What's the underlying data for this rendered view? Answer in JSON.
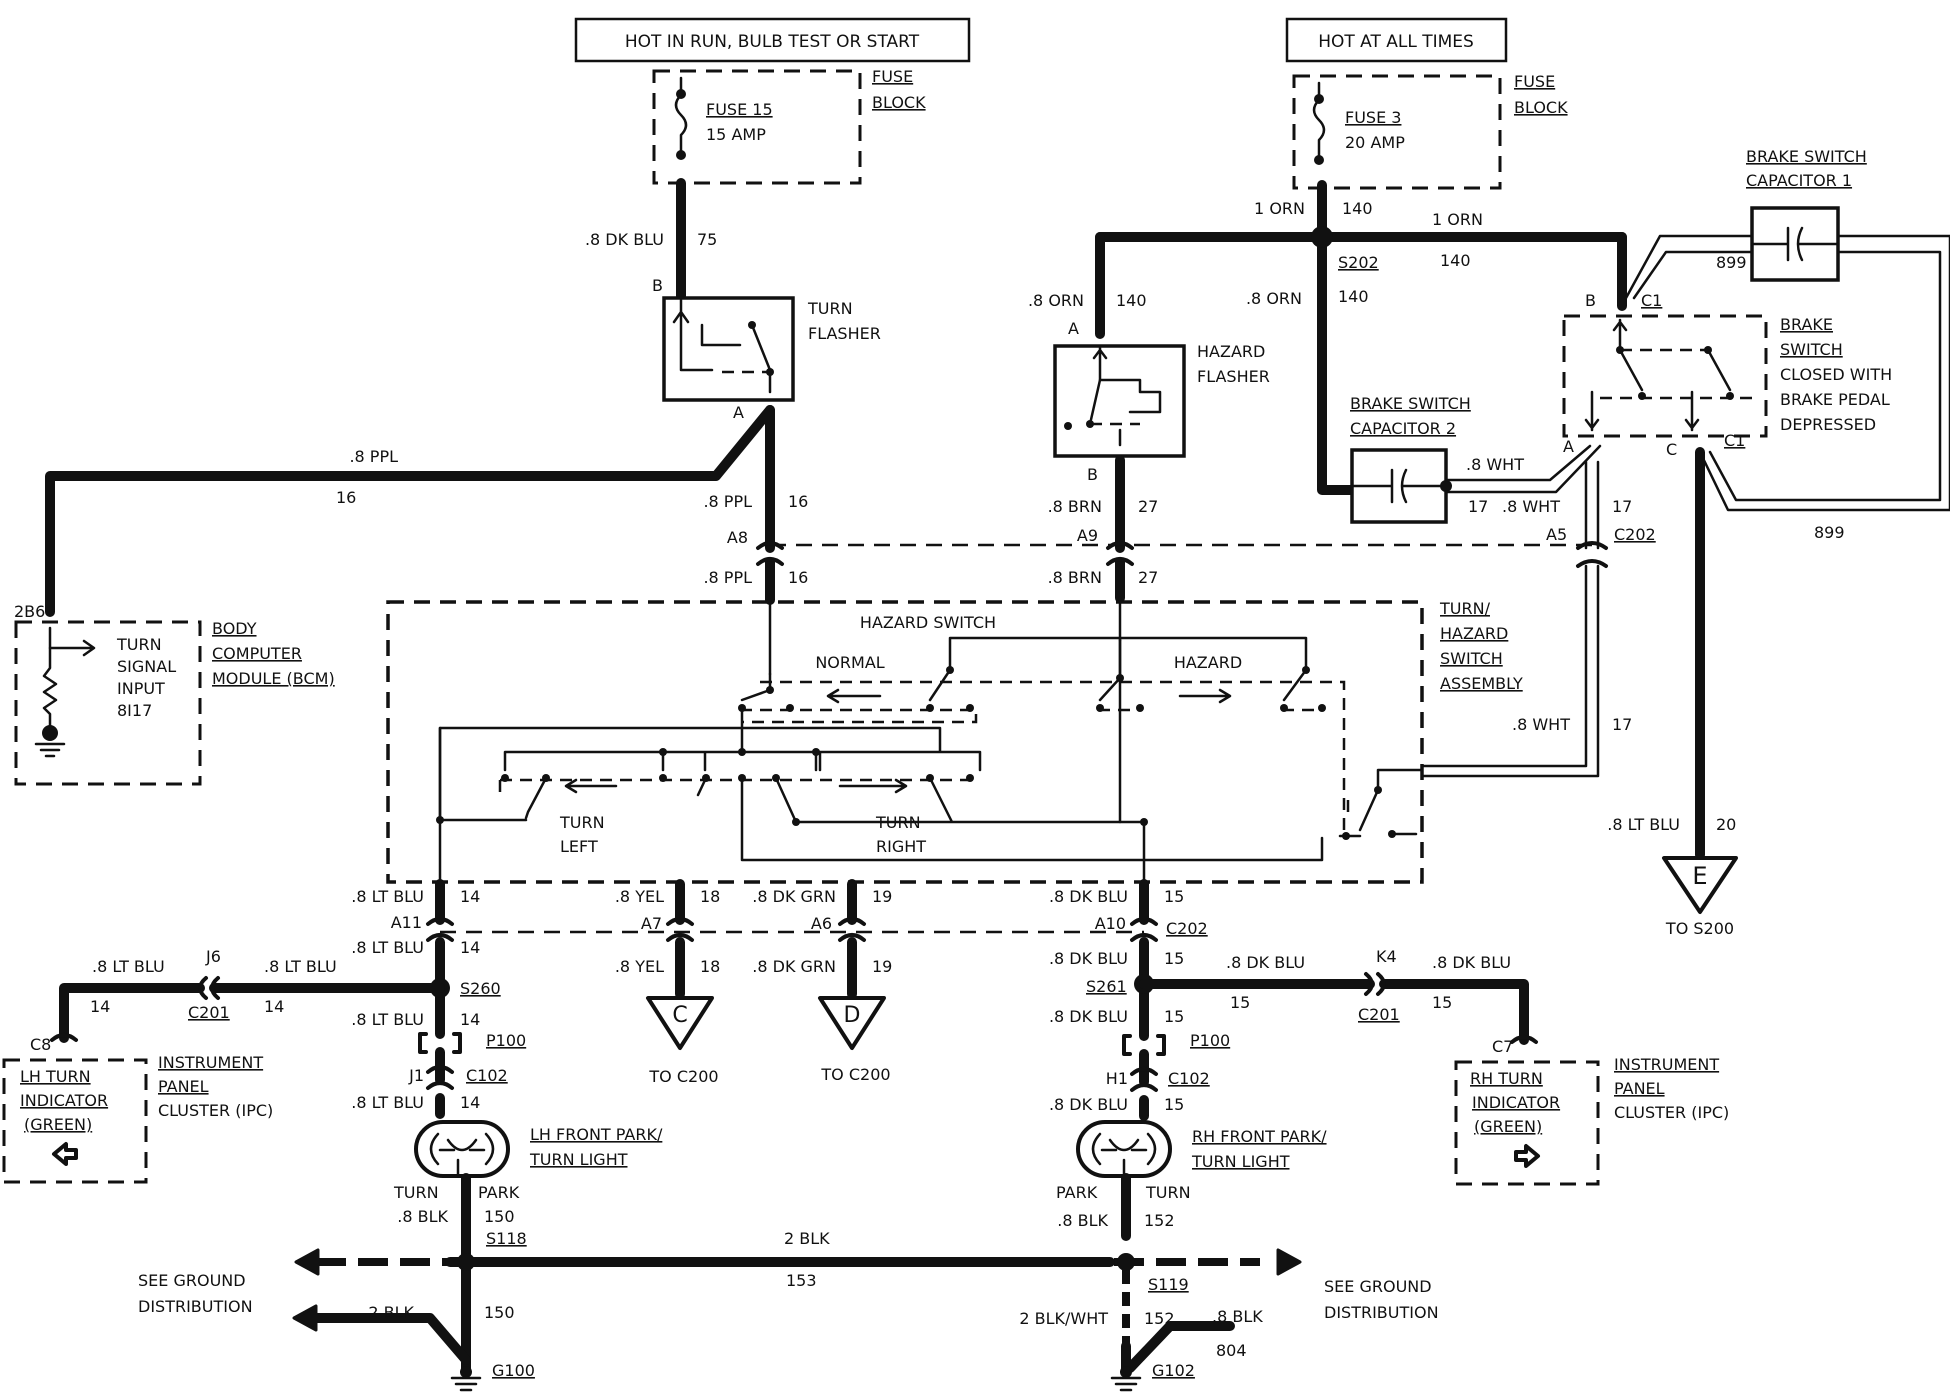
{
  "supply": {
    "left_header": "HOT IN RUN, BULB TEST OR START",
    "right_header": "HOT AT ALL TIMES",
    "fuse15": [
      "FUSE 15",
      "15 AMP"
    ],
    "fuse3": [
      "FUSE 3",
      "20 AMP"
    ],
    "fuse_block": [
      "FUSE",
      "BLOCK"
    ]
  },
  "components": {
    "turn_flasher": [
      "TURN",
      "FLASHER"
    ],
    "hazard_flasher": [
      "HAZARD",
      "FLASHER"
    ],
    "brake_cap1": [
      "BRAKE SWITCH",
      "CAPACITOR 1"
    ],
    "brake_cap2": [
      "BRAKE SWITCH",
      "CAPACITOR 2"
    ],
    "brake_switch": [
      "BRAKE",
      "SWITCH",
      "CLOSED WITH",
      "BRAKE PEDAL",
      "DEPRESSED"
    ],
    "bcm": [
      "BODY",
      "COMPUTER",
      "MODULE (BCM)"
    ],
    "bcm_input": [
      "TURN",
      "SIGNAL",
      "INPUT",
      "8I17"
    ],
    "hazard_switch": "HAZARD SWITCH",
    "normal": "NORMAL",
    "hazard": "HAZARD",
    "turn_left": [
      "TURN",
      "LEFT"
    ],
    "turn_right": [
      "TURN",
      "RIGHT"
    ],
    "turn_hazard_assembly": [
      "TURN/",
      "HAZARD",
      "SWITCH",
      "ASSEMBLY"
    ],
    "lh_indicator": [
      "LH TURN",
      "INDICATOR",
      "(GREEN)"
    ],
    "rh_indicator": [
      "RH TURN",
      "INDICATOR",
      "(GREEN)"
    ],
    "ipc": [
      "INSTRUMENT",
      "PANEL",
      "CLUSTER (IPC)"
    ],
    "lh_light": [
      "LH FRONT PARK/",
      "TURN LIGHT"
    ],
    "rh_light": [
      "RH FRONT PARK/",
      "TURN LIGHT"
    ],
    "see_ground": [
      "SEE GROUND",
      "DISTRIBUTION"
    ]
  },
  "wires": {
    "dk_blu": ".8 DK BLU",
    "n75": "75",
    "ppl": ".8 PPL",
    "n16": "16",
    "orn1": "1 ORN",
    "orn08": ".8 ORN",
    "n140": "140",
    "brn": ".8 BRN",
    "n27": "27",
    "wht": ".8 WHT",
    "n17": "17",
    "n899": "899",
    "lt_blu": ".8 LT BLU",
    "n14": "14",
    "n20": "20",
    "yel": ".8 YEL",
    "n18": "18",
    "dk_grn": ".8 DK GRN",
    "n19": "19",
    "n15": "15",
    "blk08": ".8 BLK",
    "n150": "150",
    "n152": "152",
    "blk2": "2 BLK",
    "n153": "153",
    "blkwht": "2 BLK/WHT",
    "n804": "804"
  },
  "connectors": {
    "B": "B",
    "A": "A",
    "C": "C",
    "C1": "C1",
    "C202": "C202",
    "C201": "C201",
    "C102": "C102",
    "P100": "P100",
    "A8": "A8",
    "A9": "A9",
    "A5": "A5",
    "A11": "A11",
    "A7": "A7",
    "A6": "A6",
    "A10": "A10",
    "J6": "J6",
    "K4": "K4",
    "J1": "J1",
    "H1": "H1",
    "C8": "C8",
    "C7": "C7",
    "S202": "S202",
    "S260": "S260",
    "S261": "S261",
    "S118": "S118",
    "S119": "S119",
    "G100": "G100",
    "G102": "G102",
    "2B6": "2B6"
  },
  "turn": "TURN",
  "park": "PARK",
  "offpage": {
    "C": "C",
    "D": "D",
    "E": "E",
    "to_c200": "TO C200",
    "to_s200": "TO S200"
  }
}
